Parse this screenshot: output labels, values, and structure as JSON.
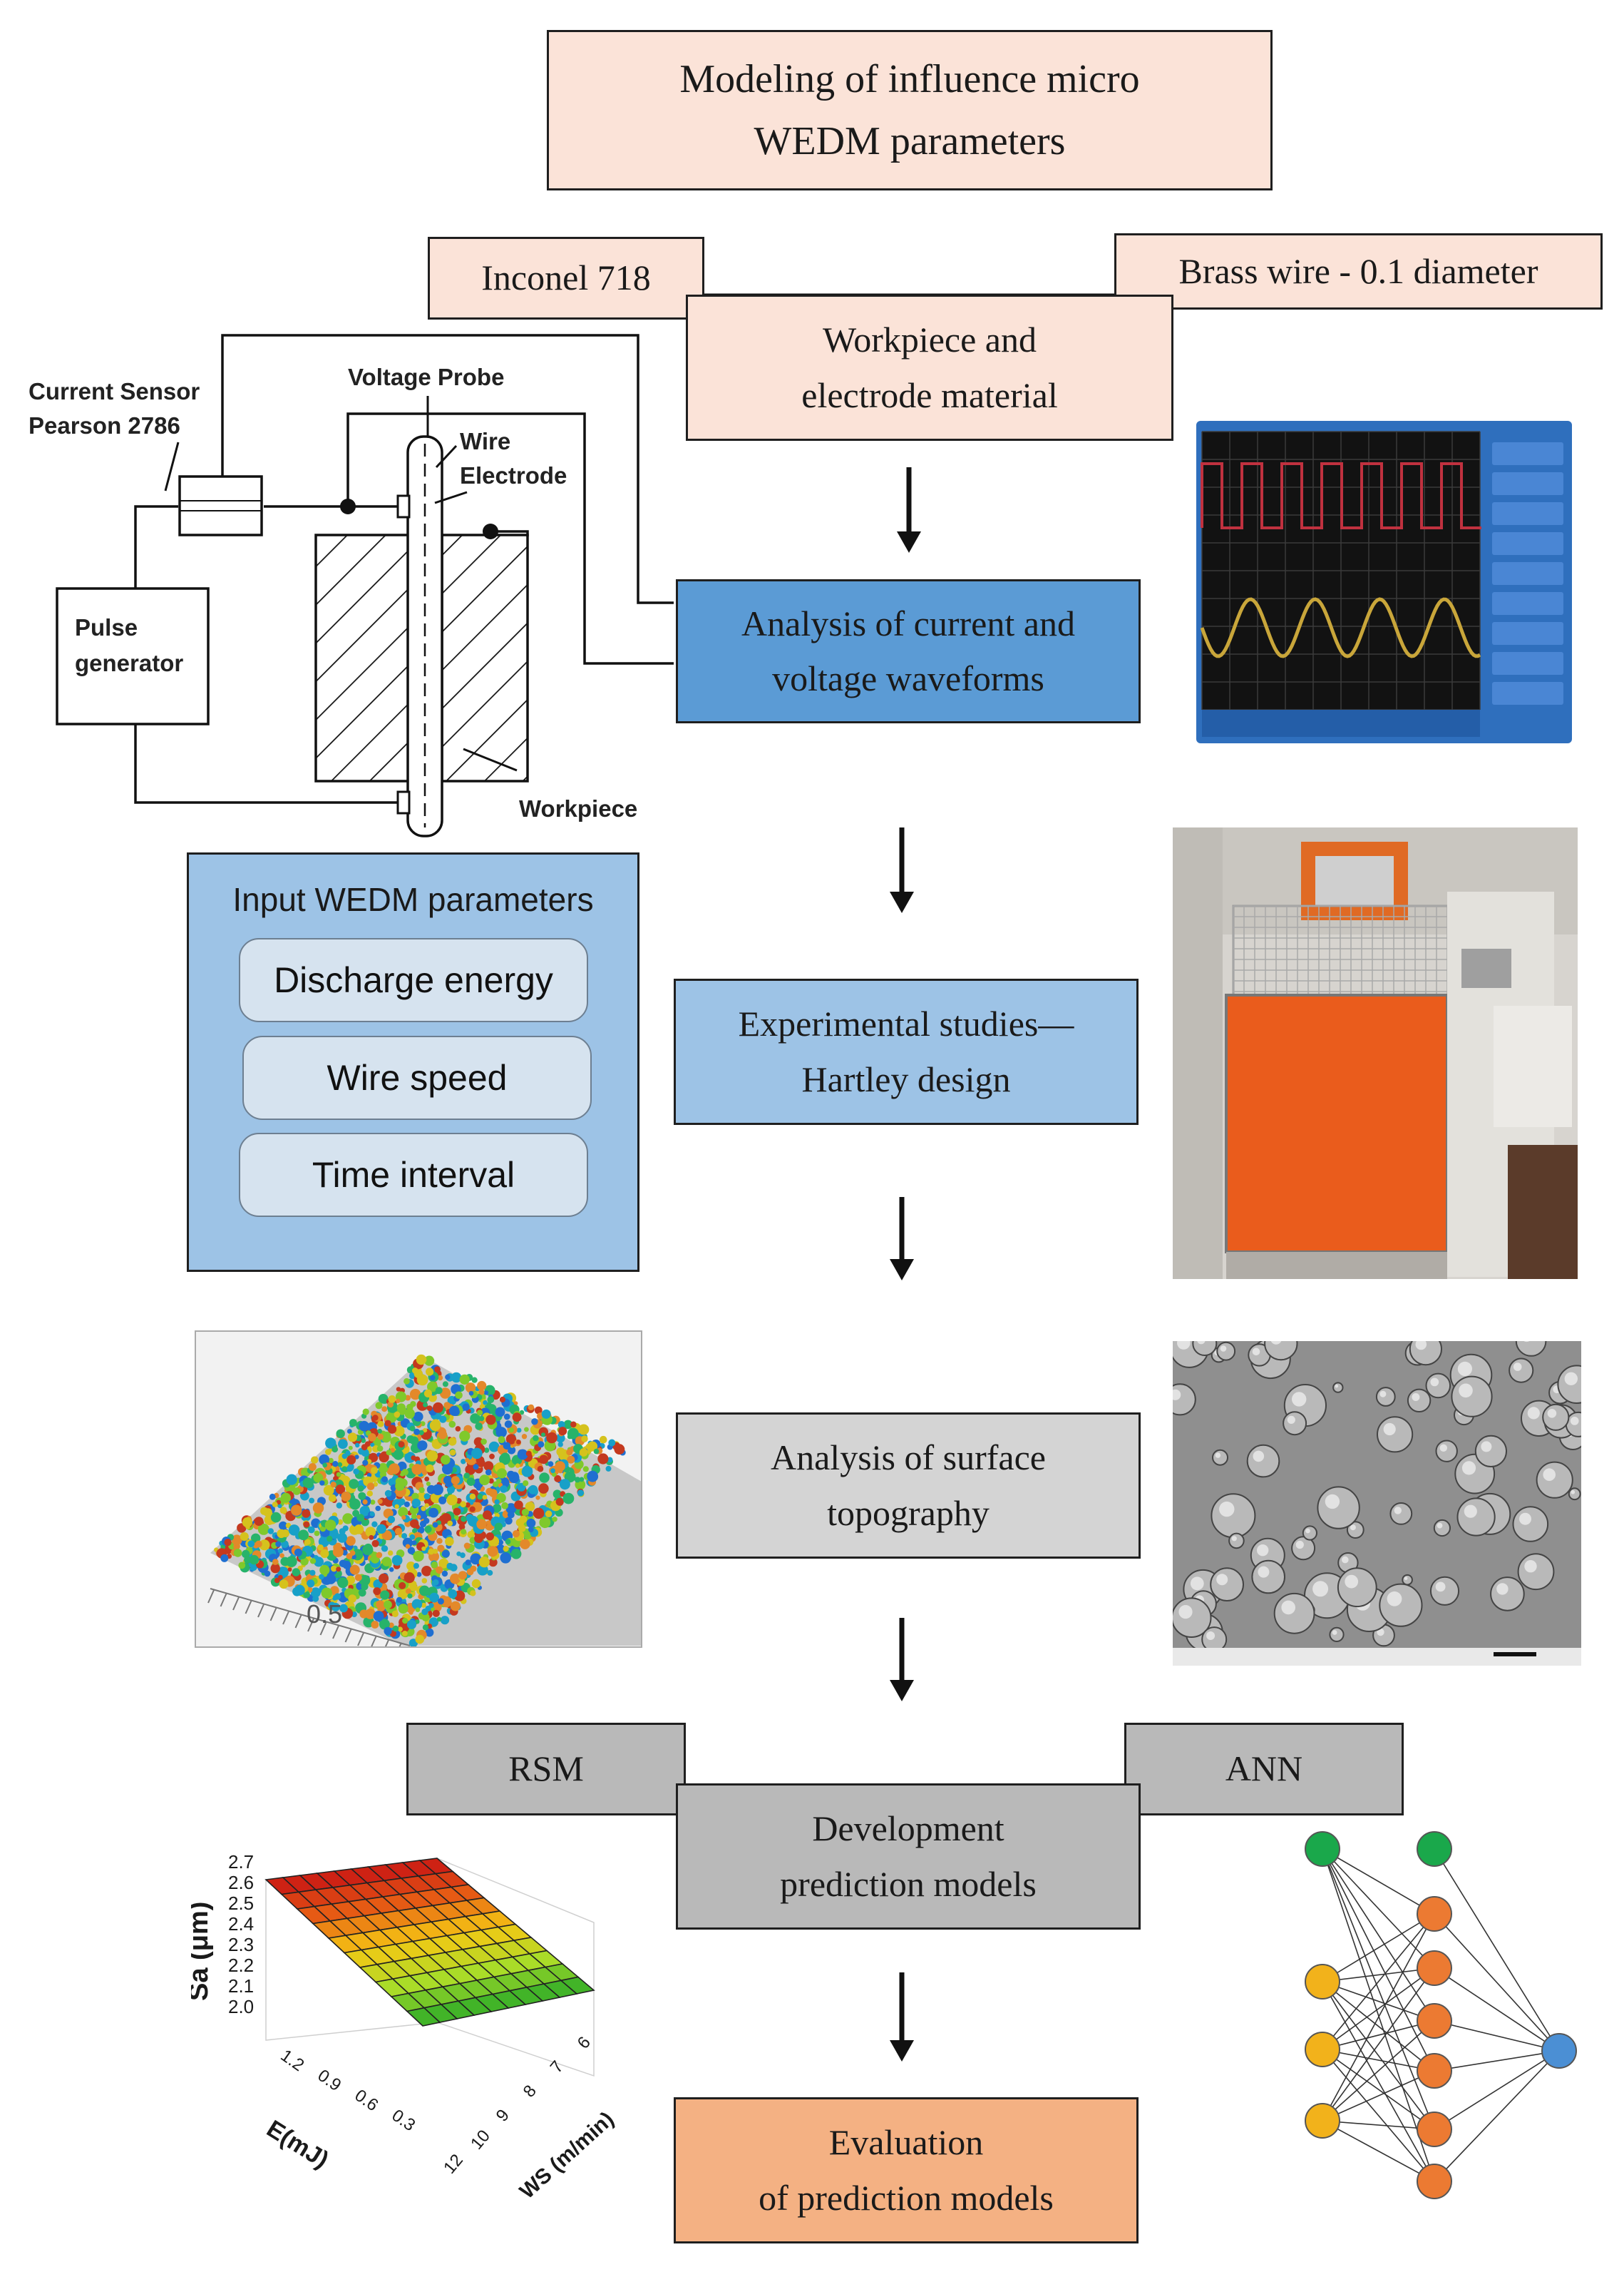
{
  "boxes": {
    "title": [
      "Modeling of influence micro",
      "WEDM parameters"
    ],
    "inconel": "Inconel 718",
    "brass": "Brass wire - 0.1 diameter",
    "workpiece_material": [
      "Workpiece and",
      "electrode material"
    ],
    "waveforms": [
      "Analysis of current and",
      "voltage waveforms"
    ],
    "experimental": [
      "Experimental studies—",
      "Hartley design"
    ],
    "topography": [
      "Analysis of surface",
      "topography"
    ],
    "rsm": "RSM",
    "ann": "ANN",
    "development": [
      "Development",
      "prediction models"
    ],
    "evaluation": [
      "Evaluation",
      "of prediction models"
    ]
  },
  "input_panel": {
    "title": "Input WEDM parameters",
    "params": [
      "Discharge energy",
      "Wire speed",
      "Time interval"
    ]
  },
  "circuit": {
    "current_sensor": [
      "Current Sensor",
      "Pearson 2786"
    ],
    "voltage_probe": "Voltage Probe",
    "wire_electrode": [
      "Wire",
      "Electrode"
    ],
    "pulse_generator": [
      "Pulse",
      "generator"
    ],
    "workpiece": "Workpiece"
  },
  "topo_image": {
    "tick_label": "0.5"
  },
  "surface_plot": {
    "ylabel": "Sa (μm)",
    "xlabel_e": "E(mJ)",
    "xlabel_ws": "WS (m/min)",
    "z_ticks": [
      "2.7",
      "2.6",
      "2.5",
      "2.4",
      "2.3",
      "2.2",
      "2.1",
      "2.0"
    ],
    "e_ticks": [
      "1.2",
      "0.9",
      "0.6",
      "0.3"
    ],
    "ws_ticks": [
      "12",
      "10",
      "9",
      "8",
      "7",
      "6"
    ]
  },
  "colors": {
    "pink": "#fbe3d8",
    "blue": "#5b9bd5",
    "light_blue": "#9dc3e6",
    "grey": "#d4d4d4",
    "dark_grey": "#b9b9b9",
    "orange": "#f4b183"
  }
}
